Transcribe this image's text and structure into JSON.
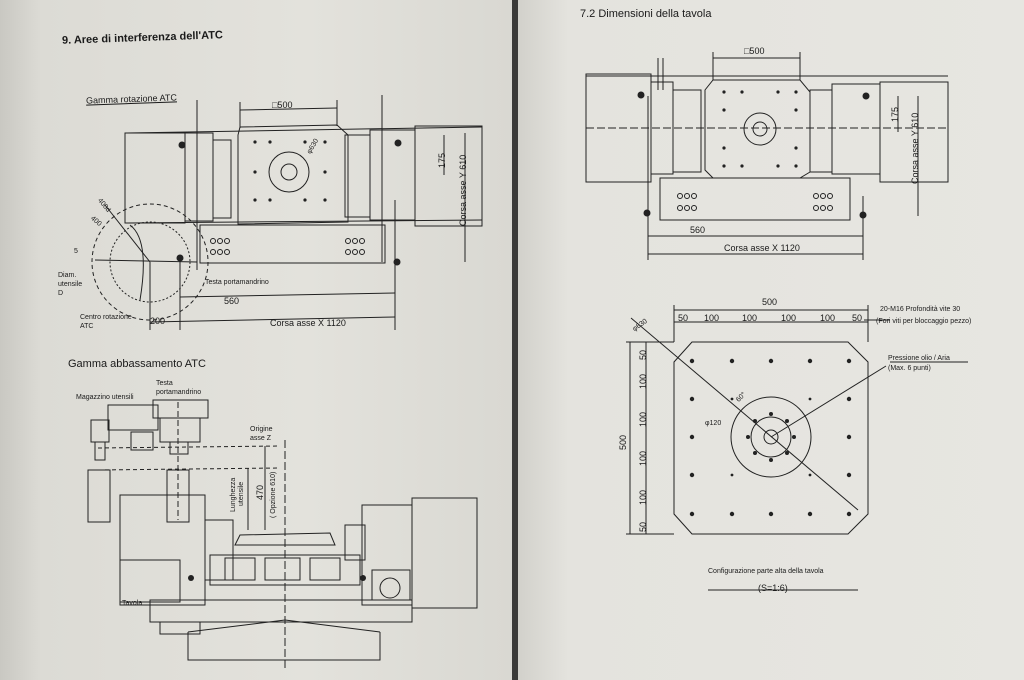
{
  "left": {
    "section_title": "9. Aree di interferenza dell'ATC",
    "top_diagram": {
      "title": "Gamma rotazione ATC",
      "table_dim": "□500",
      "diam_630": "φ630",
      "dim_175": "175",
      "corsa_y": "Corsa asse Y 610",
      "dim_400": "400",
      "dim_400d": "400d",
      "dim_5": "5",
      "diam_utensile_1": "Diam.",
      "diam_utensile_2": "utensile",
      "diam_utensile_3": "D",
      "testa": "Testa portamandrino",
      "dim_560": "560",
      "centro_1": "Centro rotazione",
      "centro_2": "ATC",
      "dim_200": "200",
      "corsa_x": "Corsa asse X 1120"
    },
    "bottom_diagram": {
      "title": "Gamma abbassamento ATC",
      "magazzino": "Magazzino utensili",
      "testa_1": "Testa",
      "testa_2": "portamandrino",
      "origine_1": "Origine",
      "origine_2": "asse Z",
      "lunghezza_1": "Lunghezza",
      "lunghezza_2": "utensile",
      "dim_470": "470",
      "opzione": "( Opzione 610)",
      "tavola": "Tavola"
    }
  },
  "right": {
    "section_title": "7.2 Dimensioni della tavola",
    "top_diagram": {
      "table_dim": "□500",
      "dim_175": "175",
      "corsa_y": "Corsa asse Y 610",
      "dim_560": "560",
      "corsa_x": "Corsa asse X 1120"
    },
    "bottom_diagram": {
      "width": "500",
      "height": "500",
      "diam_630": "φ630",
      "top_dims": [
        "50",
        "100",
        "100",
        "100",
        "100",
        "50"
      ],
      "left_dims": [
        "50",
        "100",
        "100",
        "100",
        "100",
        "50"
      ],
      "angle": "60°",
      "diam_120": "φ120",
      "bolt_1": "20-M16 Profondità vite 30",
      "bolt_2": "(Fori viti per bloccaggio pezzo)",
      "pressure_1": "Pressione olio / Aria",
      "pressure_2": "(Max. 6 punti)",
      "caption": "Configurazione parte alta della tavola",
      "scale": "(S=1:6)"
    }
  }
}
